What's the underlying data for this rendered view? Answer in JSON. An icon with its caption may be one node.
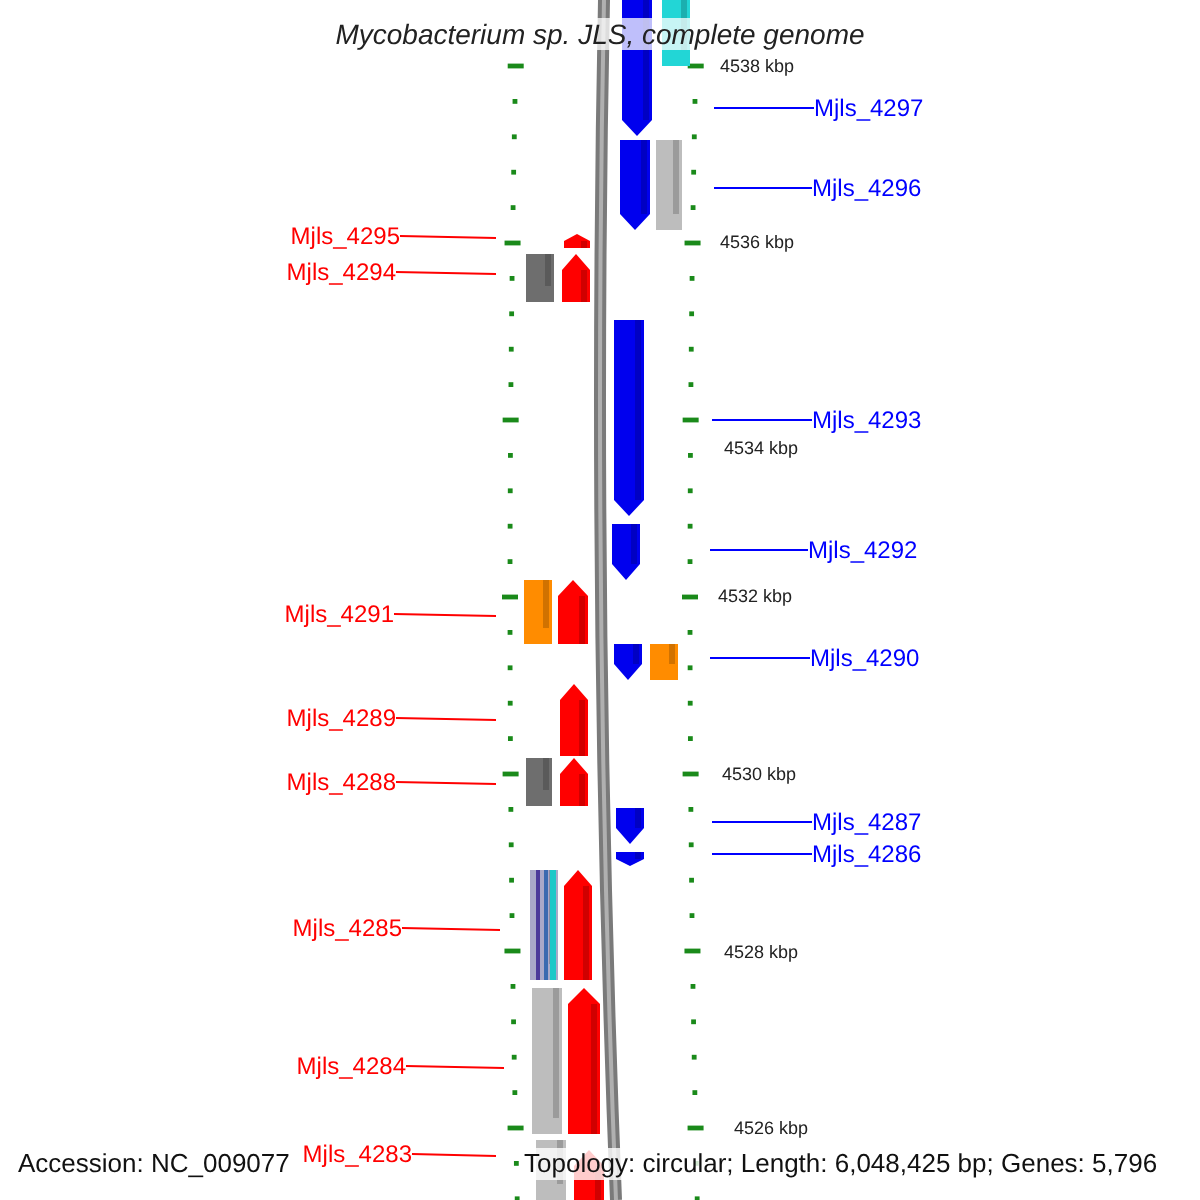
{
  "diagram": {
    "title": "Mycobacterium sp. JLS, complete genome",
    "nodes": [
      {
        "text": [
          "Mjls_4297"
        ]
      },
      {
        "text": [
          "Mjls_4296"
        ]
      },
      {
        "text": [
          "Mjls_4295"
        ]
      },
      {
        "text": [
          "Mjls_4294"
        ]
      },
      {
        "text": [
          "Mjls_4293"
        ]
      },
      {
        "text": [
          "Mjls_4292"
        ]
      },
      {
        "text": [
          "Mjls_4291"
        ]
      },
      {
        "text": [
          "Mjls_4290"
        ]
      },
      {
        "text": [
          "Mjls_4289"
        ]
      },
      {
        "text": [
          "Mjls_4288"
        ]
      },
      {
        "text": [
          "Mjls_4287"
        ]
      },
      {
        "text": [
          "Mjls_4286"
        ]
      },
      {
        "text": [
          "Mjls_4285"
        ]
      },
      {
        "text": [
          "Mjls_4284"
        ]
      },
      {
        "text": [
          "Mjls_4283"
        ]
      }
    ],
    "edges": [
      {
        "from": 0,
        "to": null,
        "arrow": "none",
        "color": "#0000ff"
      },
      {
        "from": 1,
        "to": null,
        "arrow": "none",
        "color": "#0000ff"
      },
      {
        "from": 2,
        "to": null,
        "arrow": "none"
      },
      {
        "from": 3,
        "to": null,
        "arrow": "none"
      },
      {
        "from": 4,
        "to": null,
        "arrow": "none",
        "color": "#0000ff"
      },
      {
        "from": 5,
        "to": null,
        "arrow": "none",
        "color": "#0000ff"
      },
      {
        "from": 6,
        "to": null,
        "arrow": "none"
      },
      {
        "from": 7,
        "to": null,
        "arrow": "none",
        "color": "#0000ff"
      },
      {
        "from": 8,
        "to": null,
        "arrow": "none"
      },
      {
        "from": 9,
        "to": null,
        "arrow": "none"
      },
      {
        "from": 10,
        "to": null,
        "arrow": "none",
        "color": "#0000ff"
      },
      {
        "from": 11,
        "to": null,
        "arrow": "none",
        "color": "#0000ff"
      },
      {
        "from": 12,
        "to": null,
        "arrow": "none"
      },
      {
        "from": 13,
        "to": null,
        "arrow": "none"
      },
      {
        "from": 14,
        "to": null,
        "arrow": "none"
      }
    ],
    "labels": [
      "4538 kbp",
      "4536 kbp",
      "4534 kbp",
      "4532 kbp",
      "4530 kbp",
      "4528 kbp",
      "4526 kbp",
      "Accession: NC_009077",
      "Topology: circular; Length: 6,048,425 bp; Genes: 5,796"
    ]
  }
}
